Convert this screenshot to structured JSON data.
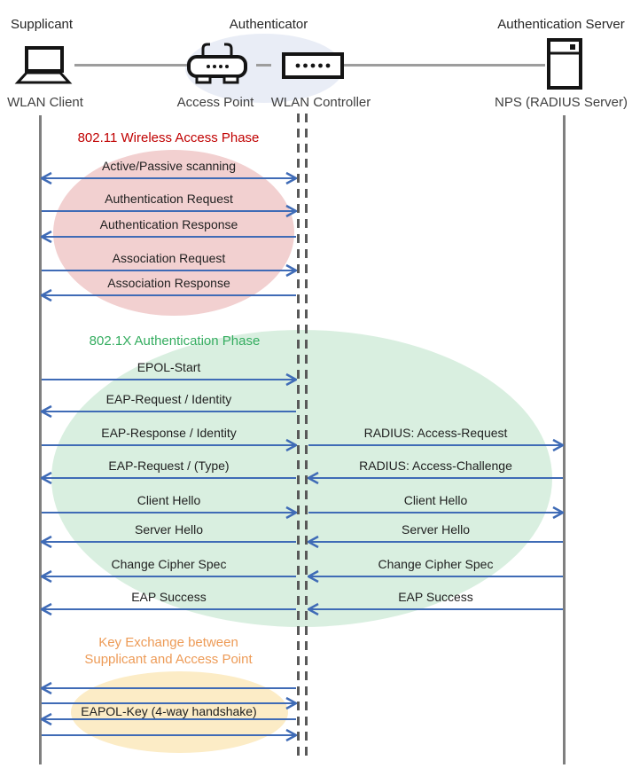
{
  "header": {
    "roles": {
      "supplicant": "Supplicant",
      "authenticator": "Authenticator",
      "auth_server": "Authentication Server"
    },
    "nodes": {
      "wlan_client": {
        "label": "WLAN Client",
        "icon": "laptop-icon"
      },
      "access_point": {
        "label": "Access Point",
        "icon": "access-point-icon"
      },
      "wlan_controller": {
        "label": "WLAN Controller",
        "icon": "wlan-controller-icon"
      },
      "nps": {
        "label": "NPS (RADIUS Server)",
        "icon": "server-icon"
      }
    }
  },
  "phases": [
    {
      "title": "802.11 Wireless Access Phase",
      "color": "#C00000",
      "ellipse_color": "#F2D0D0"
    },
    {
      "title": "802.1X Authentication Phase",
      "color": "#35AD60",
      "ellipse_color": "#D9EFE0"
    },
    {
      "title_lines": [
        "Key Exchange between",
        "Supplicant and Access Point"
      ],
      "color": "#ED9B57",
      "ellipse_color": "#FCECC6"
    }
  ],
  "messages": [
    {
      "id": "scan",
      "label": "Active/Passive scanning",
      "span": "left",
      "direction": "both"
    },
    {
      "id": "authreq",
      "label": "Authentication Request",
      "span": "left",
      "direction": "right"
    },
    {
      "id": "authresp",
      "label": "Authentication Response",
      "span": "left",
      "direction": "left"
    },
    {
      "id": "assocreq",
      "label": "Association Request",
      "span": "left",
      "direction": "right"
    },
    {
      "id": "assocresp",
      "label": "Association Response",
      "span": "left",
      "direction": "left"
    },
    {
      "id": "epol",
      "label": "EPOL-Start",
      "span": "left",
      "direction": "right"
    },
    {
      "id": "eapreqid",
      "label": "EAP-Request / Identity",
      "span": "left",
      "direction": "left"
    },
    {
      "id": "eaprespid",
      "label": "EAP-Response / Identity",
      "span": "left",
      "direction": "right"
    },
    {
      "id": "radreq",
      "label": "RADIUS: Access-Request",
      "span": "right",
      "direction": "right"
    },
    {
      "id": "eapreqtype",
      "label": "EAP-Request / (Type)",
      "span": "left",
      "direction": "left"
    },
    {
      "id": "radchal",
      "label": "RADIUS: Access-Challenge",
      "span": "right",
      "direction": "left"
    },
    {
      "id": "chL",
      "label": "Client Hello",
      "span": "left",
      "direction": "right"
    },
    {
      "id": "chR",
      "label": "Client Hello",
      "span": "right",
      "direction": "right"
    },
    {
      "id": "shL",
      "label": "Server Hello",
      "span": "left",
      "direction": "left"
    },
    {
      "id": "shR",
      "label": "Server Hello",
      "span": "right",
      "direction": "left"
    },
    {
      "id": "ccsL",
      "label": "Change Cipher Spec",
      "span": "left",
      "direction": "left"
    },
    {
      "id": "ccsR",
      "label": "Change Cipher Spec",
      "span": "right",
      "direction": "left"
    },
    {
      "id": "esL",
      "label": "EAP Success",
      "span": "left",
      "direction": "left"
    },
    {
      "id": "esR",
      "label": "EAP Success",
      "span": "right",
      "direction": "left"
    },
    {
      "id": "kx1",
      "label": "",
      "span": "left",
      "direction": "left"
    },
    {
      "id": "kx2",
      "label": "",
      "span": "left",
      "direction": "right"
    },
    {
      "id": "eapolkey",
      "label": "EAPOL-Key (4-way handshake)",
      "span": "left",
      "direction": "left"
    },
    {
      "id": "kx3",
      "label": "",
      "span": "left",
      "direction": "right"
    }
  ],
  "colors": {
    "arrow": "#3F6BB6",
    "lifeline": "#7F7F7F",
    "dashed_line": "#595959",
    "connector": "#9D9D9D",
    "node_ellipse": "#E9EDF6",
    "text": "#1F1F1F"
  }
}
